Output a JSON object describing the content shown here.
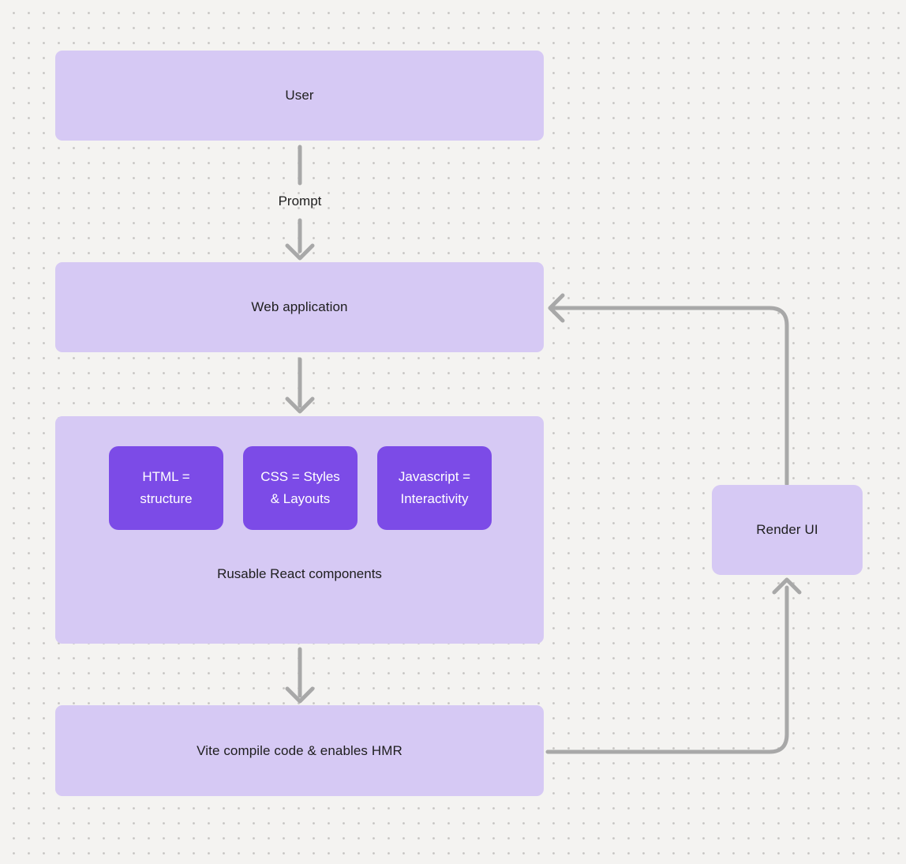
{
  "colors": {
    "bg": "#f4f3f1",
    "dot": "#c6c4c2",
    "node-fill": "#d6c9f4",
    "chip-fill": "#7c4be7",
    "arrow": "#a8a8a8",
    "text": "#1e1e1e",
    "chip-text": "#ffffff"
  },
  "nodes": {
    "user": {
      "label": "User"
    },
    "web_app": {
      "label": "Web application"
    },
    "components": {
      "caption": "Rusable React components",
      "chips": [
        {
          "line1": "HTML =",
          "line2": "structure"
        },
        {
          "line1": "CSS = Styles",
          "line2": "& Layouts"
        },
        {
          "line1": "Javascript =",
          "line2": "Interactivity"
        }
      ]
    },
    "vite": {
      "label": "Vite compile code & enables HMR"
    },
    "render_ui": {
      "label": "Render UI"
    }
  },
  "edges": {
    "prompt_label": "Prompt"
  }
}
